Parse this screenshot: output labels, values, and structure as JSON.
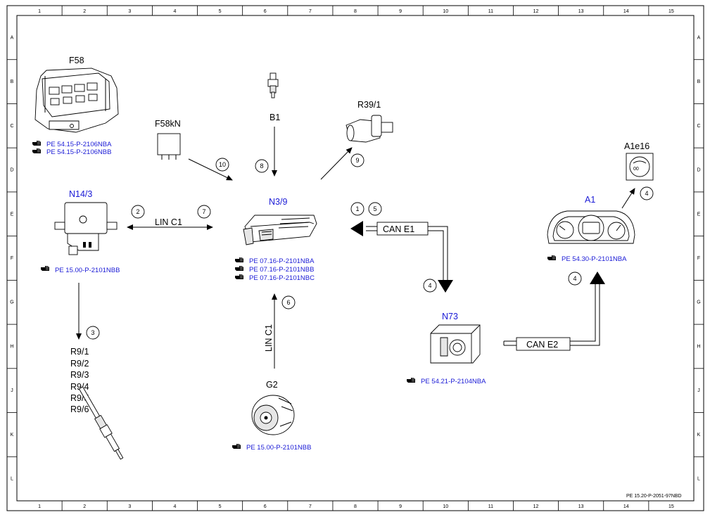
{
  "grid": {
    "columns": [
      "1",
      "2",
      "3",
      "4",
      "5",
      "6",
      "7",
      "8",
      "9",
      "10",
      "11",
      "12",
      "13",
      "14",
      "15"
    ],
    "rows": [
      "A",
      "B",
      "C",
      "D",
      "E",
      "F",
      "G",
      "H",
      "J",
      "K",
      "L"
    ]
  },
  "footer": {
    "doc_ref": "PE 15.20-P-2051-97NBD"
  },
  "components": {
    "f58": {
      "label": "F58",
      "refs": [
        "PE 54.15-P-2106NBA",
        "PE 54.15-P-2106NBB"
      ]
    },
    "f58kn": {
      "label": "F58kN"
    },
    "b1": {
      "label": "B1"
    },
    "r39": {
      "label": "R39/1"
    },
    "n14": {
      "label": "N14/3",
      "refs": [
        "PE 15.00-P-2101NBB"
      ]
    },
    "n39": {
      "label": "N3/9",
      "refs": [
        "PE 07.16-P-2101NBA",
        "PE 07.16-P-2101NBB",
        "PE 07.16-P-2101NBC"
      ]
    },
    "a1e16": {
      "label": "A1e16"
    },
    "a1": {
      "label": "A1",
      "refs": [
        "PE 54.30-P-2101NBA"
      ]
    },
    "n73": {
      "label": "N73",
      "refs": [
        "PE 54.21-P-2104NBA"
      ]
    },
    "r9": {
      "labels": [
        "R9/1",
        "R9/2",
        "R9/3",
        "R9/4",
        "R9/5",
        "R9/6"
      ]
    },
    "g2": {
      "label": "G2",
      "refs": [
        "PE 15.00-P-2101NBB"
      ]
    }
  },
  "buses": {
    "lin_c1_horizontal": "LIN C1",
    "lin_c1_vertical": "LIN C1",
    "can_e1": "CAN E1",
    "can_e2": "CAN E2"
  },
  "markers": {
    "m10": "10",
    "m8": "8",
    "m9": "9",
    "m2": "2",
    "m7": "7",
    "m1": "1",
    "m5": "5",
    "m4_can": "4",
    "m4_a1e16": "4",
    "m4_a1": "4",
    "m3": "3",
    "m6": "6"
  },
  "ref_icon": "pointing-hand-icon",
  "colors": {
    "label_blue": "#1a1ad6",
    "line": "#000000"
  }
}
